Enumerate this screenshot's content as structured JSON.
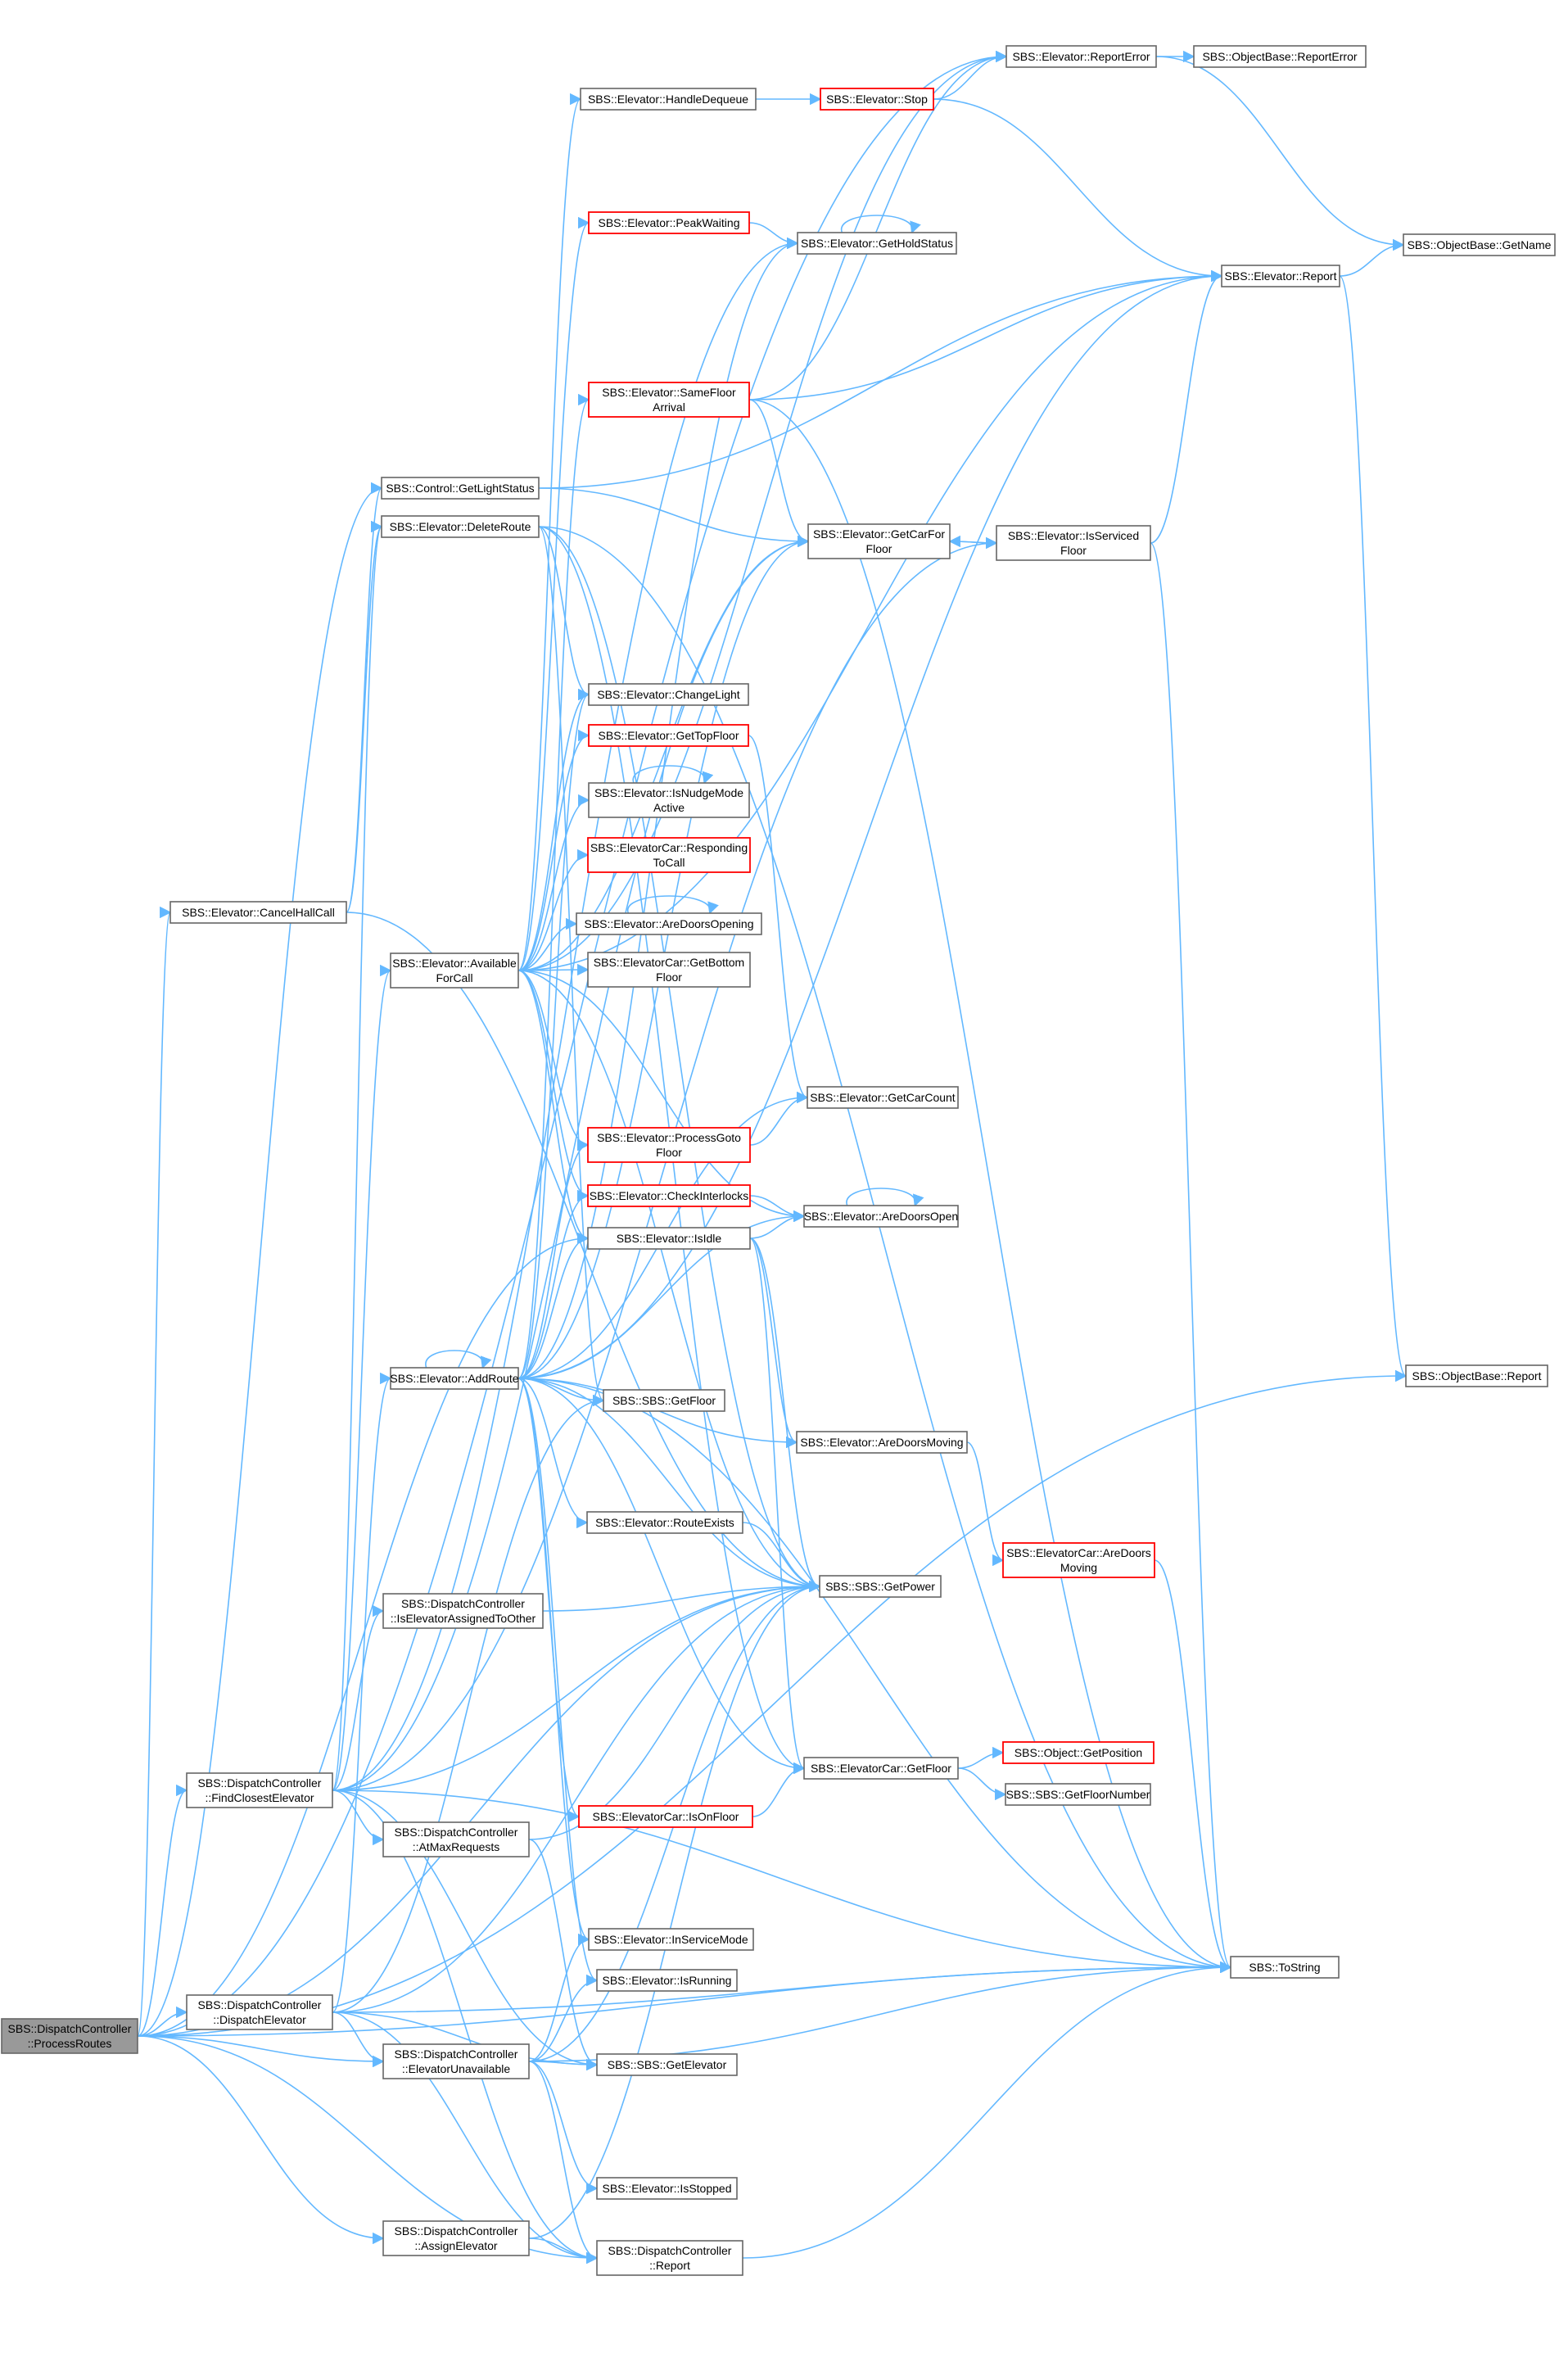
{
  "colors": {
    "edge": "#63b8ff",
    "node_border": "#666666",
    "node_border_red": "#ff0000",
    "root_fill": "#999999"
  },
  "nodes": [
    {
      "id": "root",
      "lines": [
        "SBS::DispatchController",
        "::ProcessRoutes"
      ],
      "style": "root"
    },
    {
      "id": "cancelhall",
      "lines": [
        "SBS::Elevator::CancelHallCall"
      ]
    },
    {
      "id": "findclosest",
      "lines": [
        "SBS::DispatchController",
        "::FindClosestElevator"
      ]
    },
    {
      "id": "dispelev",
      "lines": [
        "SBS::DispatchController",
        "::DispatchElevator"
      ]
    },
    {
      "id": "elevunavail",
      "lines": [
        "SBS::DispatchController",
        "::ElevatorUnavailable"
      ]
    },
    {
      "id": "assignelev",
      "lines": [
        "SBS::DispatchController",
        "::AssignElevator"
      ]
    },
    {
      "id": "dcreport",
      "lines": [
        "SBS::DispatchController",
        "::Report"
      ]
    },
    {
      "id": "getlight",
      "lines": [
        "SBS::Control::GetLightStatus"
      ]
    },
    {
      "id": "deleteroute",
      "lines": [
        "SBS::Elevator::DeleteRoute"
      ]
    },
    {
      "id": "availcall",
      "lines": [
        "SBS::Elevator::Available",
        "ForCall"
      ]
    },
    {
      "id": "addroute",
      "lines": [
        "SBS::Elevator::AddRoute"
      ]
    },
    {
      "id": "isassigned",
      "lines": [
        "SBS::DispatchController",
        "::IsElevatorAssignedToOther"
      ]
    },
    {
      "id": "atmax",
      "lines": [
        "SBS::DispatchController",
        "::AtMaxRequests"
      ]
    },
    {
      "id": "handledeq",
      "lines": [
        "SBS::Elevator::HandleDequeue"
      ]
    },
    {
      "id": "peakwait",
      "lines": [
        "SBS::Elevator::PeakWaiting"
      ],
      "style": "red"
    },
    {
      "id": "samefloor",
      "lines": [
        "SBS::Elevator::SameFloor",
        "Arrival"
      ],
      "style": "red"
    },
    {
      "id": "changelight",
      "lines": [
        "SBS::Elevator::ChangeLight"
      ]
    },
    {
      "id": "gettopfloor",
      "lines": [
        "SBS::Elevator::GetTopFloor"
      ],
      "style": "red"
    },
    {
      "id": "isnudge",
      "lines": [
        "SBS::Elevator::IsNudgeMode",
        "Active"
      ]
    },
    {
      "id": "respcall",
      "lines": [
        "SBS::ElevatorCar::Responding",
        "ToCall"
      ],
      "style": "red"
    },
    {
      "id": "doorsopening",
      "lines": [
        "SBS::Elevator::AreDoorsOpening"
      ]
    },
    {
      "id": "getbottom",
      "lines": [
        "SBS::ElevatorCar::GetBottom",
        "Floor"
      ]
    },
    {
      "id": "processgoto",
      "lines": [
        "SBS::Elevator::ProcessGoto",
        "Floor"
      ],
      "style": "red"
    },
    {
      "id": "checkinter",
      "lines": [
        "SBS::Elevator::CheckInterlocks"
      ],
      "style": "red"
    },
    {
      "id": "isidle",
      "lines": [
        "SBS::Elevator::IsIdle"
      ]
    },
    {
      "id": "sbsgetfloor",
      "lines": [
        "SBS::SBS::GetFloor"
      ]
    },
    {
      "id": "routeexists",
      "lines": [
        "SBS::Elevator::RouteExists"
      ]
    },
    {
      "id": "isonfloor",
      "lines": [
        "SBS::ElevatorCar::IsOnFloor"
      ],
      "style": "red"
    },
    {
      "id": "inservice",
      "lines": [
        "SBS::Elevator::InServiceMode"
      ]
    },
    {
      "id": "isrunning",
      "lines": [
        "SBS::Elevator::IsRunning"
      ]
    },
    {
      "id": "sbsgetelev",
      "lines": [
        "SBS::SBS::GetElevator"
      ]
    },
    {
      "id": "isstopped",
      "lines": [
        "SBS::Elevator::IsStopped"
      ]
    },
    {
      "id": "stop",
      "lines": [
        "SBS::Elevator::Stop"
      ],
      "style": "red"
    },
    {
      "id": "getholdstatus",
      "lines": [
        "SBS::Elevator::GetHoldStatus"
      ]
    },
    {
      "id": "getcarfor",
      "lines": [
        "SBS::Elevator::GetCarFor",
        "Floor"
      ]
    },
    {
      "id": "getcarcount",
      "lines": [
        "SBS::Elevator::GetCarCount"
      ]
    },
    {
      "id": "doorsopen",
      "lines": [
        "SBS::Elevator::AreDoorsOpen"
      ]
    },
    {
      "id": "doorsmoving",
      "lines": [
        "SBS::Elevator::AreDoorsMoving"
      ]
    },
    {
      "id": "getpower",
      "lines": [
        "SBS::SBS::GetPower"
      ]
    },
    {
      "id": "cargetfloor",
      "lines": [
        "SBS::ElevatorCar::GetFloor"
      ]
    },
    {
      "id": "reporterror",
      "lines": [
        "SBS::Elevator::ReportError"
      ]
    },
    {
      "id": "elevreport",
      "lines": [
        "SBS::Elevator::Report"
      ]
    },
    {
      "id": "isserviced",
      "lines": [
        "SBS::Elevator::IsServiced",
        "Floor"
      ]
    },
    {
      "id": "carmoving",
      "lines": [
        "SBS::ElevatorCar::AreDoors",
        "Moving"
      ],
      "style": "red"
    },
    {
      "id": "getposition",
      "lines": [
        "SBS::Object::GetPosition"
      ],
      "style": "red"
    },
    {
      "id": "getfloornum",
      "lines": [
        "SBS::SBS::GetFloorNumber"
      ]
    },
    {
      "id": "tostring",
      "lines": [
        "SBS::ToString"
      ]
    },
    {
      "id": "obreporterror",
      "lines": [
        "SBS::ObjectBase::ReportError"
      ]
    },
    {
      "id": "obgetname",
      "lines": [
        "SBS::ObjectBase::GetName"
      ]
    },
    {
      "id": "obreport",
      "lines": [
        "SBS::ObjectBase::Report"
      ]
    }
  ],
  "edges": [
    [
      "root",
      "cancelhall"
    ],
    [
      "root",
      "findclosest"
    ],
    [
      "root",
      "dispelev"
    ],
    [
      "root",
      "elevunavail"
    ],
    [
      "root",
      "assignelev"
    ],
    [
      "root",
      "dcreport"
    ],
    [
      "root",
      "getlight"
    ],
    [
      "root",
      "reporterror"
    ],
    [
      "root",
      "isidle"
    ],
    [
      "root",
      "getpower"
    ],
    [
      "root",
      "tostring"
    ],
    [
      "root",
      "obreport"
    ],
    [
      "cancelhall",
      "getlight"
    ],
    [
      "cancelhall",
      "deleteroute"
    ],
    [
      "cancelhall",
      "getpower"
    ],
    [
      "findclosest",
      "availcall"
    ],
    [
      "findclosest",
      "isassigned"
    ],
    [
      "findclosest",
      "atmax"
    ],
    [
      "findclosest",
      "sbsgetelev"
    ],
    [
      "findclosest",
      "getpower"
    ],
    [
      "findclosest",
      "tostring"
    ],
    [
      "findclosest",
      "dcreport"
    ],
    [
      "findclosest",
      "getcarfor"
    ],
    [
      "findclosest",
      "isserviced"
    ],
    [
      "findclosest",
      "deleteroute"
    ],
    [
      "findclosest",
      "getholdstatus"
    ],
    [
      "dispelev",
      "addroute"
    ],
    [
      "dispelev",
      "sbsgetelev"
    ],
    [
      "dispelev",
      "sbsgetfloor"
    ],
    [
      "dispelev",
      "dcreport"
    ],
    [
      "dispelev",
      "elevunavail"
    ],
    [
      "dispelev",
      "tostring"
    ],
    [
      "dispelev",
      "getpower"
    ],
    [
      "elevunavail",
      "sbsgetelev"
    ],
    [
      "elevunavail",
      "inservice"
    ],
    [
      "elevunavail",
      "isrunning"
    ],
    [
      "elevunavail",
      "isstopped"
    ],
    [
      "elevunavail",
      "dcreport"
    ],
    [
      "elevunavail",
      "tostring"
    ],
    [
      "elevunavail",
      "getpower"
    ],
    [
      "assignelev",
      "dcreport"
    ],
    [
      "assignelev",
      "getpower"
    ],
    [
      "dcreport",
      "tostring"
    ],
    [
      "getlight",
      "getcarfor"
    ],
    [
      "getlight",
      "elevreport"
    ],
    [
      "deleteroute",
      "changelight"
    ],
    [
      "deleteroute",
      "getpower"
    ],
    [
      "deleteroute",
      "sbsgetfloor"
    ],
    [
      "deleteroute",
      "tostring"
    ],
    [
      "deleteroute",
      "cargetfloor"
    ],
    [
      "availcall",
      "handledeq"
    ],
    [
      "availcall",
      "peakwait"
    ],
    [
      "availcall",
      "changelight"
    ],
    [
      "availcall",
      "gettopfloor"
    ],
    [
      "availcall",
      "isnudge"
    ],
    [
      "availcall",
      "respcall"
    ],
    [
      "availcall",
      "doorsopening"
    ],
    [
      "availcall",
      "getbottom"
    ],
    [
      "availcall",
      "processgoto"
    ],
    [
      "availcall",
      "checkinter"
    ],
    [
      "availcall",
      "isidle"
    ],
    [
      "availcall",
      "doorsopen"
    ],
    [
      "availcall",
      "getpower"
    ],
    [
      "availcall",
      "getcarfor"
    ],
    [
      "availcall",
      "reporterror"
    ],
    [
      "availcall",
      "elevreport"
    ],
    [
      "addroute",
      "addroute"
    ],
    [
      "addroute",
      "samefloor"
    ],
    [
      "addroute",
      "sbsgetfloor"
    ],
    [
      "addroute",
      "routeexists"
    ],
    [
      "addroute",
      "getpower"
    ],
    [
      "addroute",
      "doorsmoving"
    ],
    [
      "addroute",
      "cargetfloor"
    ],
    [
      "addroute",
      "isonfloor"
    ],
    [
      "addroute",
      "getcarcount"
    ],
    [
      "addroute",
      "getcarfor"
    ],
    [
      "addroute",
      "processgoto"
    ],
    [
      "addroute",
      "checkinter"
    ],
    [
      "addroute",
      "isidle"
    ],
    [
      "addroute",
      "inservice"
    ],
    [
      "addroute",
      "isrunning"
    ],
    [
      "addroute",
      "changelight"
    ],
    [
      "addroute",
      "doorsopen"
    ],
    [
      "addroute",
      "elevreport"
    ],
    [
      "addroute",
      "tostring"
    ],
    [
      "addroute",
      "getholdstatus"
    ],
    [
      "isassigned",
      "getpower"
    ],
    [
      "atmax",
      "sbsgetelev"
    ],
    [
      "atmax",
      "getpower"
    ],
    [
      "handledeq",
      "stop"
    ],
    [
      "peakwait",
      "getholdstatus"
    ],
    [
      "samefloor",
      "getcarfor"
    ],
    [
      "samefloor",
      "reporterror"
    ],
    [
      "samefloor",
      "elevreport"
    ],
    [
      "samefloor",
      "tostring"
    ],
    [
      "gettopfloor",
      "getcarcount"
    ],
    [
      "isnudge",
      "isnudge"
    ],
    [
      "doorsopening",
      "doorsopening"
    ],
    [
      "processgoto",
      "getcarcount"
    ],
    [
      "checkinter",
      "doorsopen"
    ],
    [
      "isidle",
      "doorsopen"
    ],
    [
      "isidle",
      "doorsmoving"
    ],
    [
      "isidle",
      "getpower"
    ],
    [
      "isidle",
      "cargetfloor"
    ],
    [
      "routeexists",
      "getpower"
    ],
    [
      "isonfloor",
      "cargetfloor"
    ],
    [
      "stop",
      "reporterror"
    ],
    [
      "stop",
      "elevreport"
    ],
    [
      "getholdstatus",
      "getholdstatus"
    ],
    [
      "getcarfor",
      "isserviced"
    ],
    [
      "doorsopen",
      "doorsopen"
    ],
    [
      "doorsmoving",
      "carmoving"
    ],
    [
      "cargetfloor",
      "getposition"
    ],
    [
      "cargetfloor",
      "getfloornum"
    ],
    [
      "reporterror",
      "obreporterror"
    ],
    [
      "reporterror",
      "obgetname"
    ],
    [
      "elevreport",
      "obgetname"
    ],
    [
      "elevreport",
      "obreport"
    ],
    [
      "isserviced",
      "getcarfor"
    ],
    [
      "isserviced",
      "elevreport"
    ],
    [
      "isserviced",
      "tostring"
    ],
    [
      "carmoving",
      "tostring"
    ]
  ]
}
